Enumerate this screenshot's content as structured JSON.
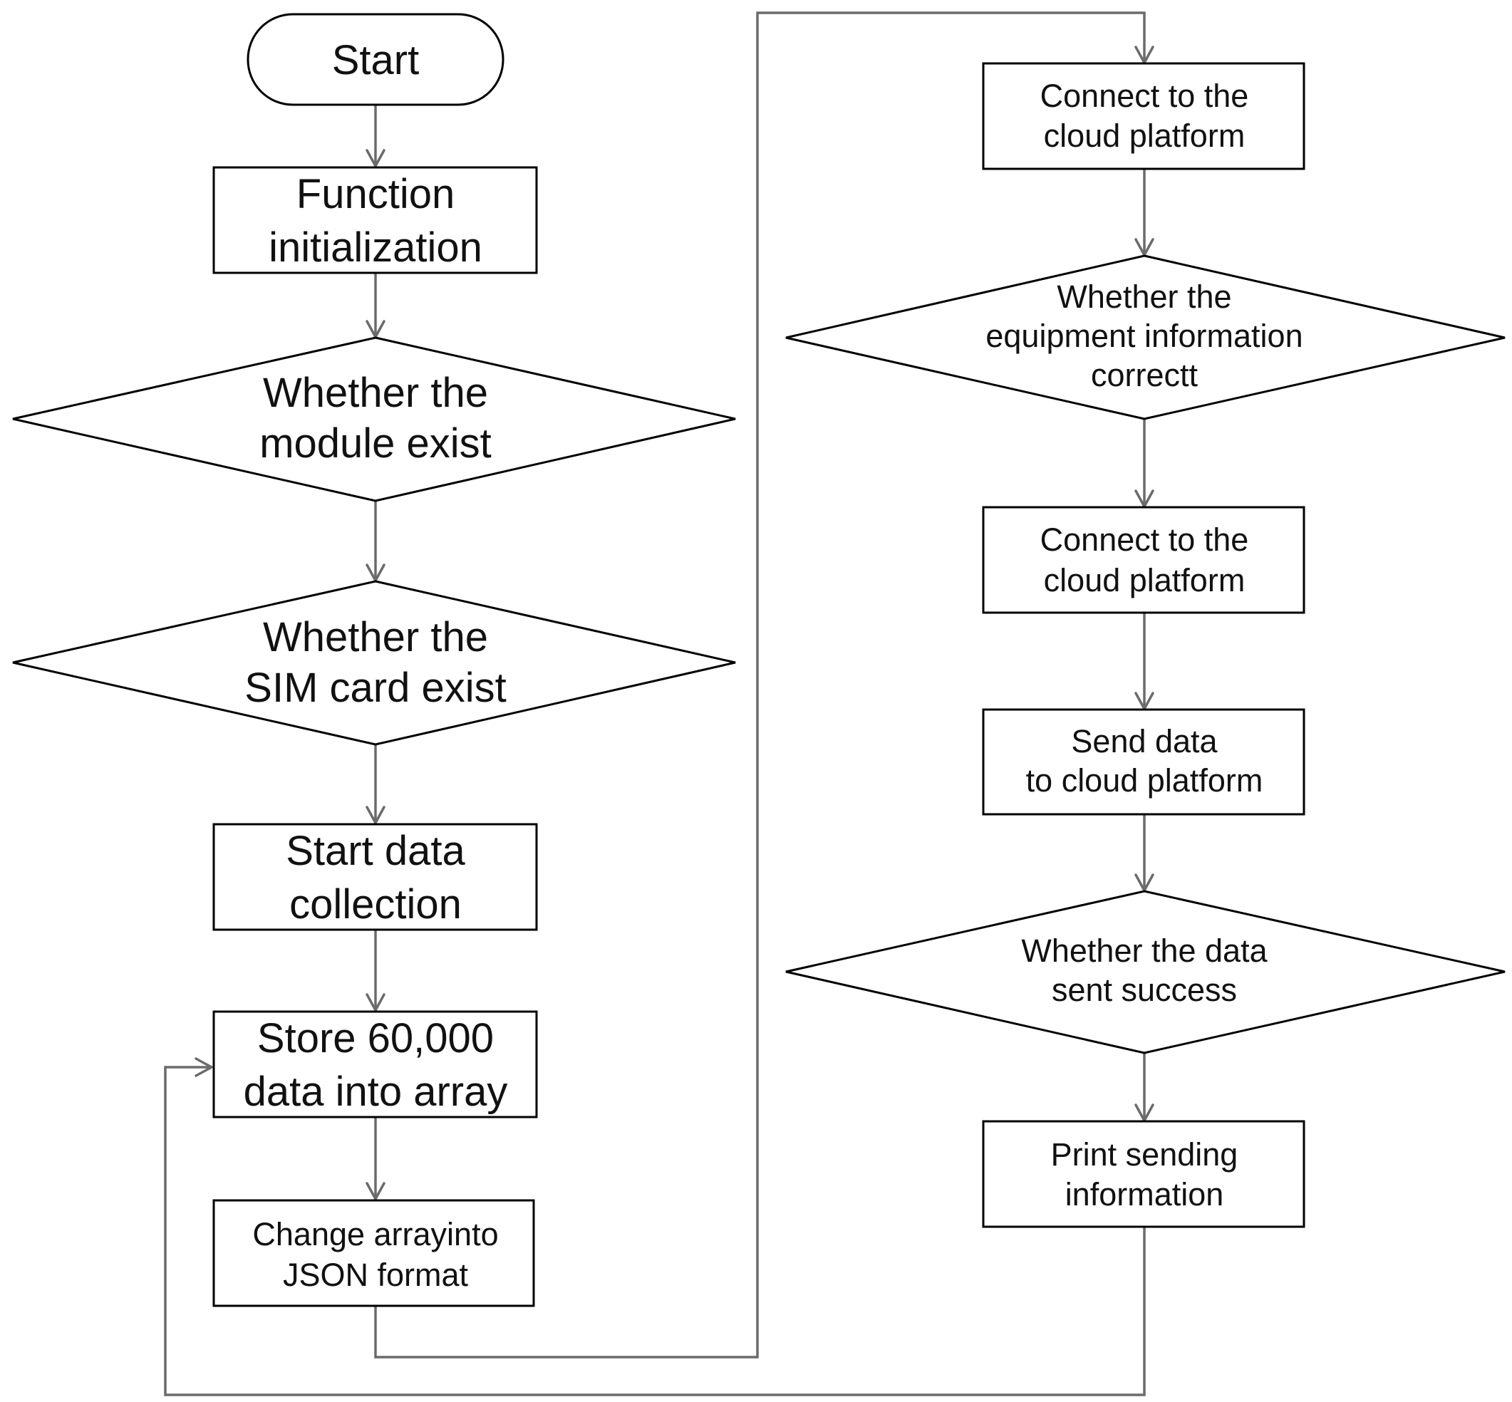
{
  "flowchart": {
    "start": "Start",
    "function_init": [
      "Function",
      "initialization"
    ],
    "module_exist": [
      "Whether the",
      "module exist"
    ],
    "sim_exist": [
      "Whether the",
      "SIM card exist"
    ],
    "start_collection": [
      "Start data",
      "collection"
    ],
    "store_data": [
      "Store 60,000",
      "data into array"
    ],
    "change_json": [
      "Change arrayinto",
      "JSON format"
    ],
    "connect_cloud_1": [
      "Connect to the",
      "cloud platform"
    ],
    "equipment_correct": [
      "Whether  the",
      "equipment information",
      "correctt"
    ],
    "connect_cloud_2": [
      "Connect to the",
      "cloud platform"
    ],
    "send_data": [
      "Send data",
      "to cloud platform"
    ],
    "data_sent_success": [
      "Whether  the data",
      "sent success"
    ],
    "print_info": [
      "Print sending",
      "information"
    ]
  }
}
